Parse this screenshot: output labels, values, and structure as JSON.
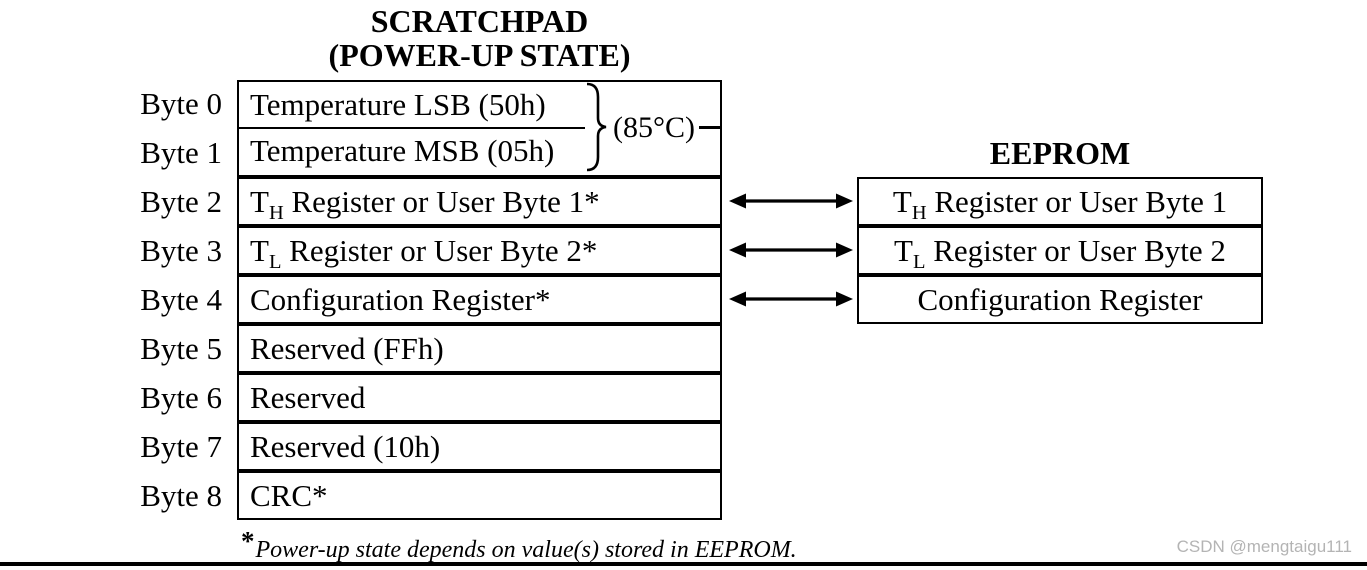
{
  "scratchpad": {
    "title_line1": "SCRATCHPAD",
    "title_line2": "(POWER-UP STATE)",
    "temp_annotation": "(85°C)",
    "rows": [
      {
        "byte": "Byte 0",
        "pre": "Temperature LSB (50h)",
        "sub": "",
        "post": ""
      },
      {
        "byte": "Byte 1",
        "pre": "Temperature MSB (05h)",
        "sub": "",
        "post": ""
      },
      {
        "byte": "Byte 2",
        "pre": "T",
        "sub": "H",
        "post": " Register or User Byte 1*"
      },
      {
        "byte": "Byte 3",
        "pre": "T",
        "sub": "L",
        "post": " Register or User Byte 2*"
      },
      {
        "byte": "Byte 4",
        "pre": "Configuration Register*",
        "sub": "",
        "post": ""
      },
      {
        "byte": "Byte 5",
        "pre": "Reserved (FFh)",
        "sub": "",
        "post": ""
      },
      {
        "byte": "Byte 6",
        "pre": "Reserved",
        "sub": "",
        "post": ""
      },
      {
        "byte": "Byte 7",
        "pre": "Reserved (10h)",
        "sub": "",
        "post": ""
      },
      {
        "byte": "Byte 8",
        "pre": "CRC*",
        "sub": "",
        "post": ""
      }
    ]
  },
  "eeprom": {
    "title": "EEPROM",
    "rows": [
      {
        "pre": "T",
        "sub": "H",
        "post": " Register or User Byte 1"
      },
      {
        "pre": "T",
        "sub": "L",
        "post": " Register or User Byte 2"
      },
      {
        "pre": "Configuration Register",
        "sub": "",
        "post": ""
      }
    ]
  },
  "footnote": {
    "star": "*",
    "text": "Power-up state depends on value(s) stored in EEPROM."
  },
  "watermark": "CSDN @mengtaigu111",
  "colors": {
    "line": "#000000",
    "text": "#000000",
    "watermark": "#b4b4b4"
  }
}
